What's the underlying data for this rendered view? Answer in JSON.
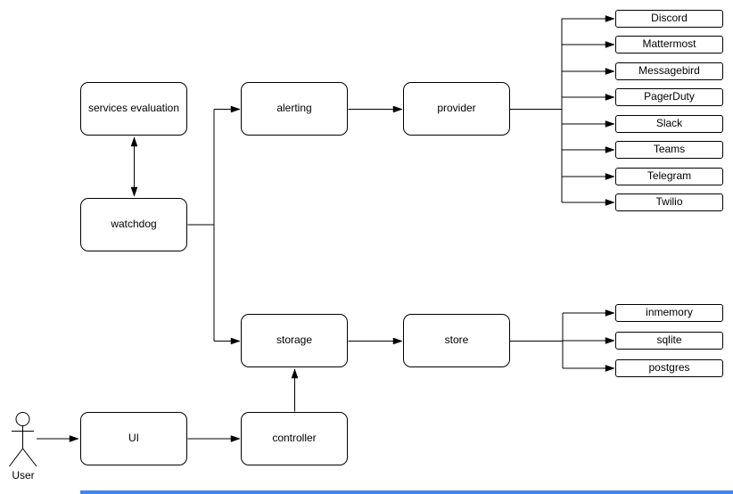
{
  "diagram": {
    "nodes": {
      "services_evaluation": "services evaluation",
      "watchdog": "watchdog",
      "alerting": "alerting",
      "provider": "provider",
      "storage": "storage",
      "store": "store",
      "ui": "UI",
      "controller": "controller"
    },
    "provider_targets": [
      "Discord",
      "Mattermost",
      "Messagebird",
      "PagerDuty",
      "Slack",
      "Teams",
      "Telegram",
      "Twilio"
    ],
    "store_targets": [
      "inmemory",
      "sqlite",
      "postgres"
    ],
    "actor_label": "User",
    "colors": {
      "line": "#000000",
      "box_fill": "#ffffff",
      "box_border": "#000000",
      "scrollbar": "#4285f4"
    }
  }
}
